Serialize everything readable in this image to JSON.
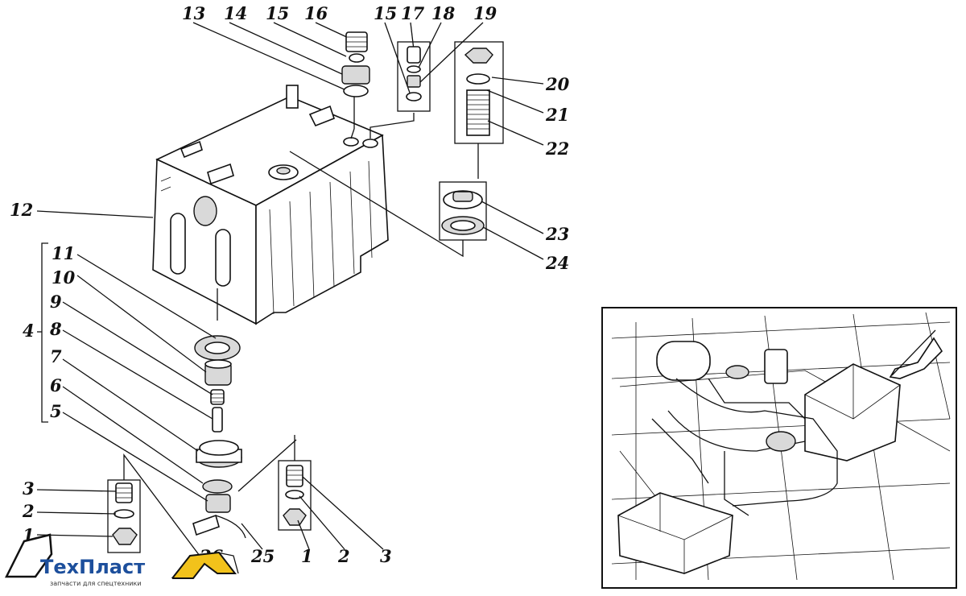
{
  "callouts": [
    {
      "id": "c13",
      "text": "13"
    },
    {
      "id": "c14",
      "text": "14"
    },
    {
      "id": "c15a",
      "text": "15"
    },
    {
      "id": "c16",
      "text": "16"
    },
    {
      "id": "c15b",
      "text": "15"
    },
    {
      "id": "c17",
      "text": "17"
    },
    {
      "id": "c18",
      "text": "18"
    },
    {
      "id": "c19",
      "text": "19"
    },
    {
      "id": "c20",
      "text": "20"
    },
    {
      "id": "c21",
      "text": "21"
    },
    {
      "id": "c22",
      "text": "22"
    },
    {
      "id": "c23",
      "text": "23"
    },
    {
      "id": "c24",
      "text": "24"
    },
    {
      "id": "c12",
      "text": "12"
    },
    {
      "id": "c11",
      "text": "11"
    },
    {
      "id": "c10",
      "text": "10"
    },
    {
      "id": "c9",
      "text": "9"
    },
    {
      "id": "c4",
      "text": "4"
    },
    {
      "id": "c8",
      "text": "8"
    },
    {
      "id": "c7",
      "text": "7"
    },
    {
      "id": "c6",
      "text": "6"
    },
    {
      "id": "c5",
      "text": "5"
    },
    {
      "id": "c3a",
      "text": "3"
    },
    {
      "id": "c2a",
      "text": "2"
    },
    {
      "id": "c1a",
      "text": "1"
    },
    {
      "id": "c26",
      "text": "26"
    },
    {
      "id": "c25",
      "text": "25"
    },
    {
      "id": "c1b",
      "text": "1"
    },
    {
      "id": "c2b",
      "text": "2"
    },
    {
      "id": "c3b",
      "text": "3"
    }
  ],
  "logo": {
    "name": "ТехПласт",
    "tagline": "запчасти для спецтехники",
    "color": "#1d4f9c",
    "accent": "#f2c21b"
  }
}
